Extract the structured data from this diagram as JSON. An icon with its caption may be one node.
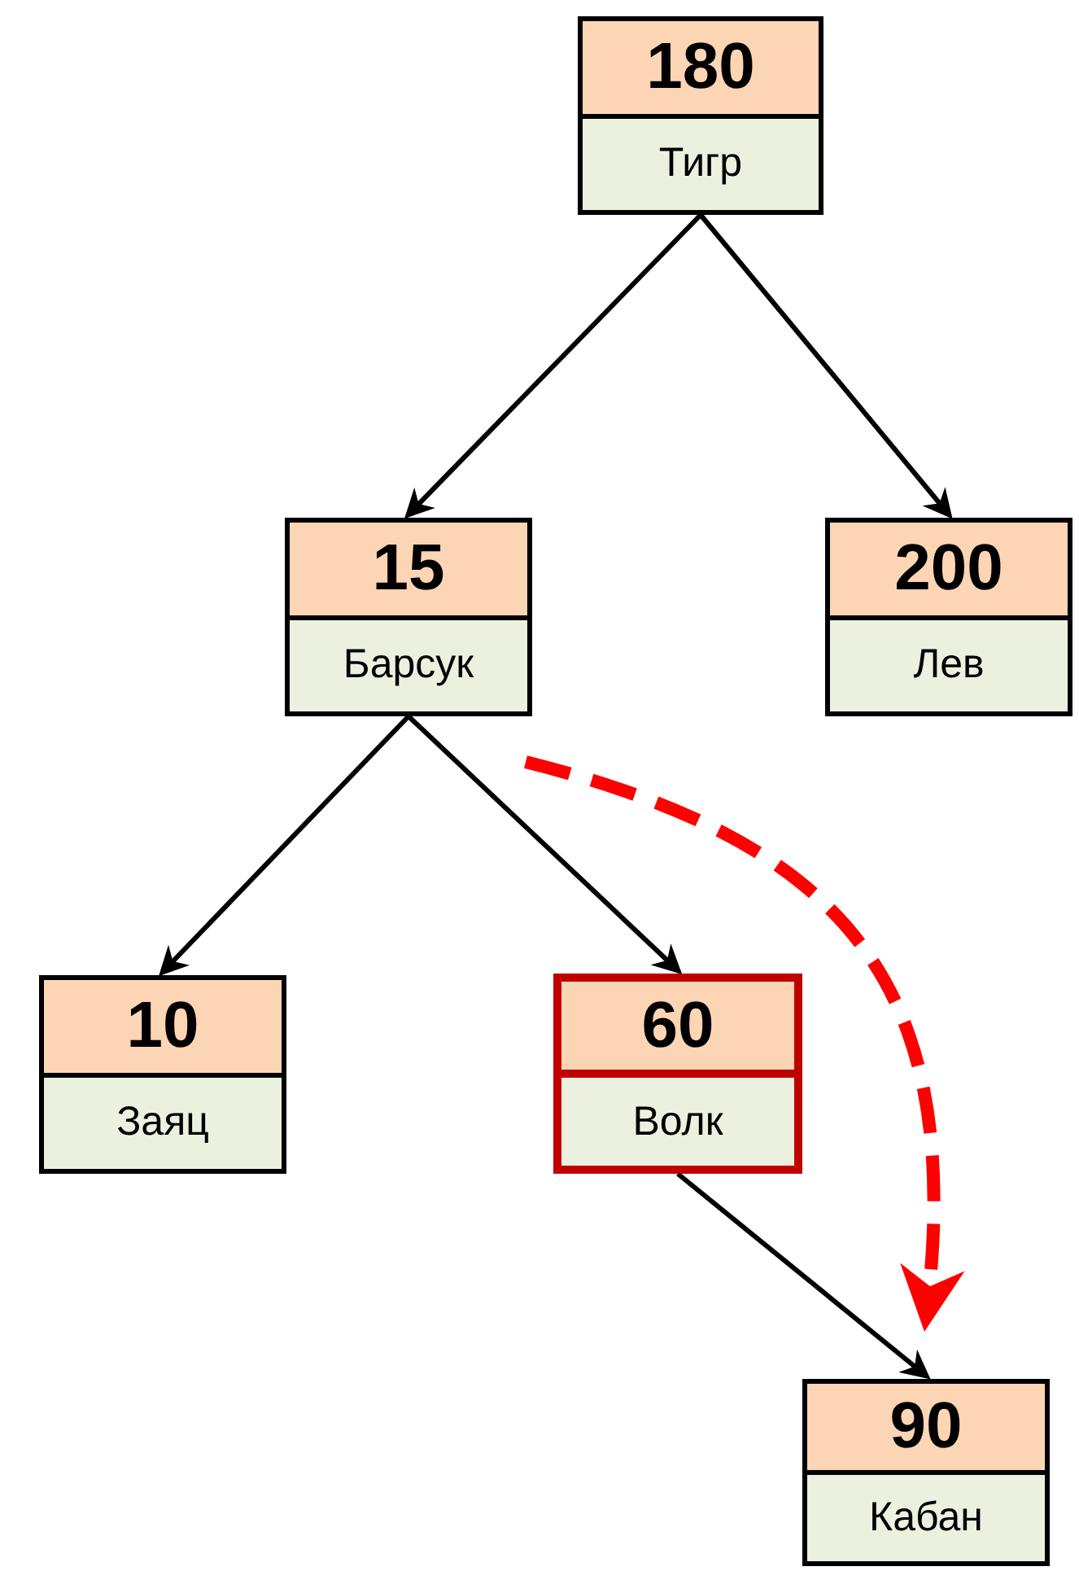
{
  "diagram": {
    "nodes": [
      {
        "text": [
          "180",
          "Тигр"
        ]
      },
      {
        "text": [
          "15",
          "Барсук"
        ]
      },
      {
        "text": [
          "200",
          "Лев"
        ]
      },
      {
        "text": [
          "10",
          "Заяц"
        ]
      },
      {
        "text": [
          "60",
          "Волк"
        ]
      },
      {
        "text": [
          "90",
          "Кабан"
        ]
      }
    ],
    "edges": [
      {
        "from": 0,
        "to": 1,
        "arrow": "to"
      },
      {
        "from": 0,
        "to": 2,
        "arrow": "to"
      },
      {
        "from": 1,
        "to": 3,
        "arrow": "to"
      },
      {
        "from": 1,
        "to": 4,
        "arrow": "to"
      },
      {
        "from": 4,
        "to": 5,
        "arrow": "to"
      },
      {
        "from": null,
        "to": 5,
        "arrow": "to",
        "style": "dashed",
        "color": "#ff0000"
      }
    ]
  }
}
